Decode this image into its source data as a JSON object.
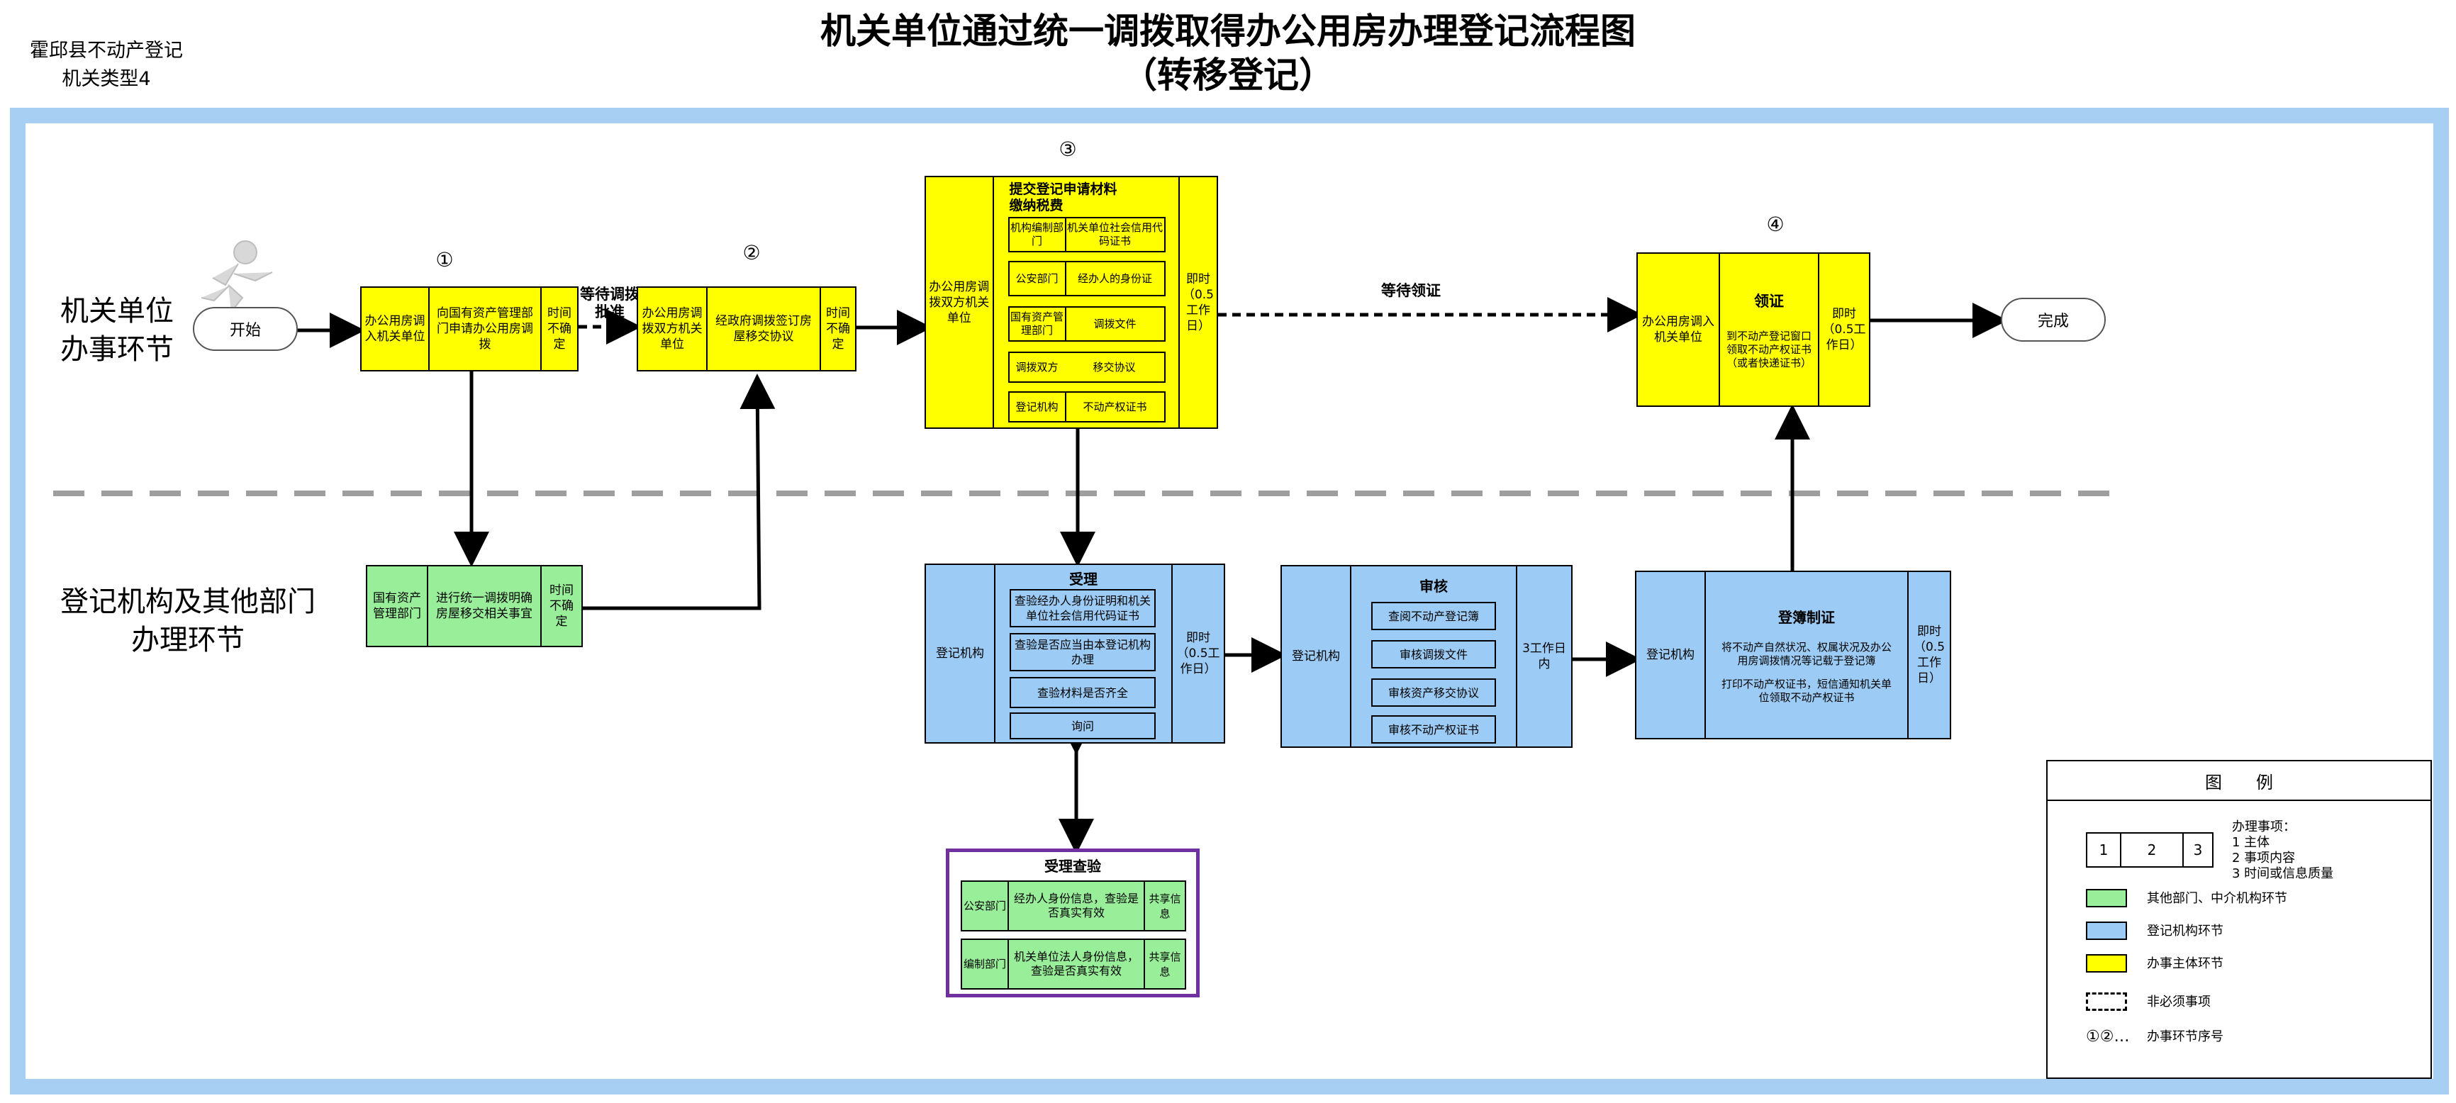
{
  "title": {
    "line1": "机关单位通过统一调拨取得办公用房办理登记流程图",
    "line2": "（转移登记）"
  },
  "corner": {
    "line1": "霍邱县不动产登记",
    "line2": "机关类型4"
  },
  "lanes": {
    "top": {
      "line1": "机关单位",
      "line2": "办事环节"
    },
    "bottom": {
      "line1": "登记机构及其他部门",
      "line2": "办理环节"
    }
  },
  "terminals": {
    "start": "开始",
    "end": "完成"
  },
  "step_numbers": {
    "s1": "①",
    "s2": "②",
    "s3": "③",
    "s4": "④"
  },
  "step1": {
    "subject": "办公用房调入机关单位",
    "content": "向国有资产管理部门申请办公用房调拨",
    "time": "时间不确定"
  },
  "wait1": "等待调拨批准",
  "step2": {
    "subject": "办公用房调拨双方机关单位",
    "content": "经政府调拨签订房屋移交协议",
    "time": "时间不确定"
  },
  "green_step": {
    "subject": "国有资产管理部门",
    "content": "进行统一调拨明确房屋移交相关事宜",
    "time": "时间不确定"
  },
  "step3": {
    "subject": "办公用房调拨双方机关单位",
    "header1": "提交登记申请材料",
    "header2": "缴纳税费",
    "rows": [
      {
        "left": "机构编制部门",
        "right": "机关单位社会信用代码证书"
      },
      {
        "left": "公安部门",
        "right": "经办人的身份证"
      },
      {
        "left": "国有资产管理部门",
        "right": "调拨文件"
      },
      {
        "left": "调拨双方",
        "right": "移交协议"
      },
      {
        "left": "登记机构",
        "right": "不动产权证书"
      }
    ],
    "time": "即时（0.5工作日）"
  },
  "wait2": "等待领证",
  "step4": {
    "subject": "办公用房调入机关单位",
    "header": "领证",
    "content": "到不动产登记窗口领取不动产权证书（或者快递证书）",
    "time": "即时（0.5工作日）"
  },
  "accept": {
    "subject": "登记机构",
    "header": "受理",
    "items": [
      "查验经办人身份证明和机关单位社会信用代码证书",
      "查验是否应当由本登记机构办理",
      "查验材料是否齐全",
      "询问"
    ],
    "time": "即时（0.5工作日）"
  },
  "review": {
    "subject": "登记机构",
    "header": "审核",
    "items": [
      "查阅不动产登记簿",
      "审核调拨文件",
      "审核资产移交协议",
      "审核不动产权证书"
    ],
    "time": "3工作日内"
  },
  "register": {
    "subject": "登记机构",
    "header": "登簿制证",
    "content1": "将不动产自然状况、权属状况及办公用房调拨情况等记载于登记簿",
    "content2": "打印不动产权证书，短信通知机关单位领取不动产权证书",
    "time": "即时（0.5工作日）"
  },
  "verify": {
    "header": "受理查验",
    "rows": [
      {
        "dept": "公安部门",
        "content": "经办人身份信息，查验是否真实有效",
        "share": "共享信息"
      },
      {
        "dept": "编制部门",
        "content": "机关单位法人身份信息，查验是否真实有效",
        "share": "共享信息"
      }
    ]
  },
  "legend": {
    "title": "图　　例",
    "cells": [
      "1",
      "2",
      "3"
    ],
    "cells_desc": [
      "办理事项：",
      "1 主体",
      "2 事项内容",
      "3 时间或信息质量"
    ],
    "green": "其他部门、中介机构环节",
    "blue": "登记机构环节",
    "yellow": "办事主体环节",
    "dashed": "非必须事项",
    "seq_symbol": "①②…",
    "seq": "办事环节序号"
  },
  "colors": {
    "yellow": "#ffff00",
    "green": "#99ee99",
    "blue": "#9cccf5",
    "frame": "#a6cff3",
    "verify_border": "#7030a0"
  },
  "icons": {
    "runner": "runner-icon"
  }
}
